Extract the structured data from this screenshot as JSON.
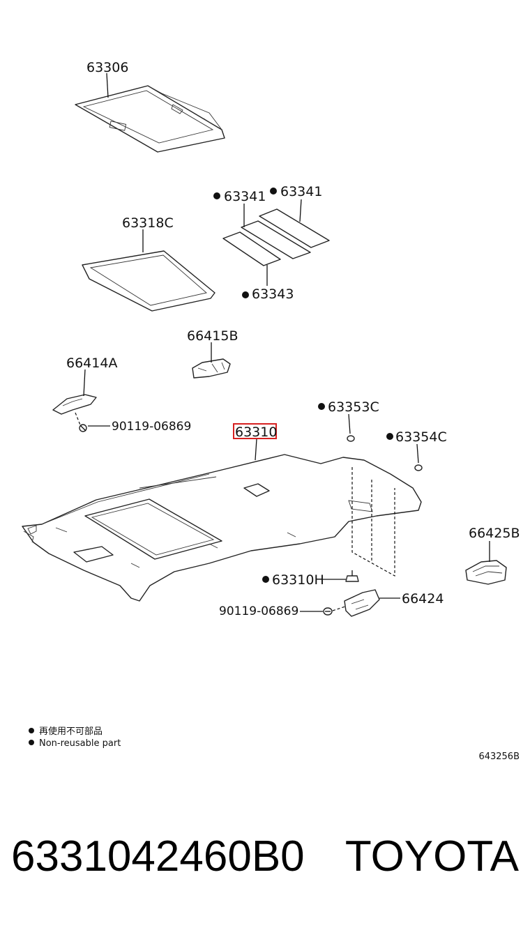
{
  "callouts": {
    "sunshade": "63306",
    "reinforce_a": "63341",
    "reinforce_b": "63341",
    "frame": "63318C",
    "pad": "63343",
    "holder_b": "66415B",
    "holder_a": "66414A",
    "screw_top": "90119-06869",
    "spacer_c": "63353C",
    "headlining": "63310",
    "spacer_d": "63354C",
    "cover_b": "66425B",
    "clip_h": "63310H",
    "holder_c": "66424",
    "screw_bottom": "90119-06869"
  },
  "non_reusable_marked": [
    "reinforce_a",
    "reinforce_b",
    "pad",
    "spacer_c",
    "spacer_d",
    "clip_h"
  ],
  "legend": {
    "line_cn": "再使用不可部品",
    "line_en": "Non-reusable part"
  },
  "drawing_code": "643256B",
  "part_number": "6331042460B0",
  "brand": "TOYOTA",
  "highlight_color": "#d62020"
}
